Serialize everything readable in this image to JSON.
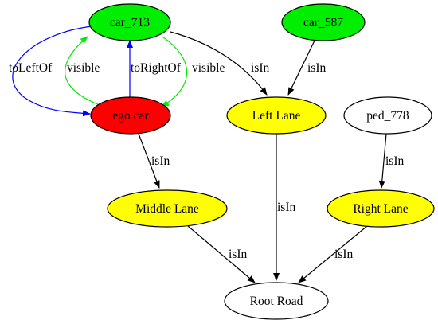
{
  "nodes": {
    "car_713": {
      "label": "car_713",
      "fill": "#00ee00"
    },
    "car_587": {
      "label": "car_587",
      "fill": "#00ee00"
    },
    "ego_car": {
      "label": "ego car",
      "fill": "#ff0000"
    },
    "left_lane": {
      "label": "Left Lane",
      "fill": "#ffff00"
    },
    "ped_778": {
      "label": "ped_778",
      "fill": "#ffffff"
    },
    "middle_lane": {
      "label": "Middle Lane",
      "fill": "#ffff00"
    },
    "right_lane": {
      "label": "Right Lane",
      "fill": "#ffff00"
    },
    "root_road": {
      "label": "Root Road",
      "fill": "#ffffff"
    }
  },
  "edges": {
    "car713_ego_toleftof": {
      "from": "car_713",
      "to": "ego car",
      "label": "toLeftOf",
      "color": "#0000ff"
    },
    "ego_car713_visible": {
      "from": "ego car",
      "to": "car_713",
      "label": "visible",
      "color": "#00ee00"
    },
    "ego_car713_torightof": {
      "from": "ego car",
      "to": "car_713",
      "label": "toRightOf",
      "color": "#0000ff"
    },
    "car713_ego_visible": {
      "from": "car_713",
      "to": "ego car",
      "label": "visible",
      "color": "#00ee00"
    },
    "car713_left_isin": {
      "from": "car_713",
      "to": "Left Lane",
      "label": "isIn",
      "color": "#000000"
    },
    "car587_left_isin": {
      "from": "car_587",
      "to": "Left Lane",
      "label": "isIn",
      "color": "#000000"
    },
    "ped778_right_isin": {
      "from": "ped_778",
      "to": "Right Lane",
      "label": "isIn",
      "color": "#000000"
    },
    "ego_middle_isin": {
      "from": "ego car",
      "to": "Middle Lane",
      "label": "isIn",
      "color": "#000000"
    },
    "left_root_isin": {
      "from": "Left Lane",
      "to": "Root Road",
      "label": "isIn",
      "color": "#000000"
    },
    "middle_root_isin": {
      "from": "Middle Lane",
      "to": "Root Road",
      "label": "isIn",
      "color": "#000000"
    },
    "right_root_isin": {
      "from": "Right Lane",
      "to": "Root Road",
      "label": "isIn",
      "color": "#000000"
    }
  }
}
